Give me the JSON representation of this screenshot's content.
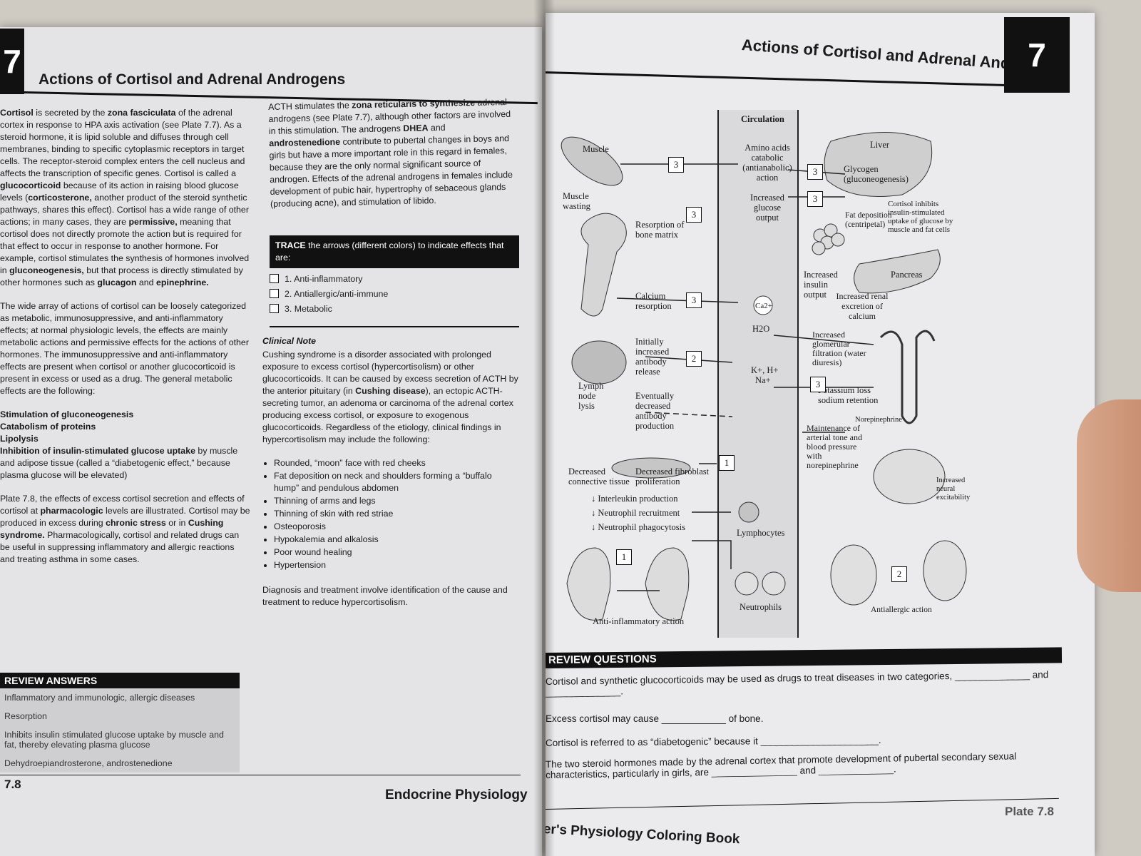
{
  "left": {
    "chapter": "7",
    "title": "Actions of Cortisol and Adrenal Androgens",
    "col1": {
      "p1_parts": [
        {
          "t": "Cortisol",
          "b": true
        },
        {
          "t": " is secreted by the "
        },
        {
          "t": "zona fasciculata",
          "b": true
        },
        {
          "t": " of the adrenal cortex in response to HPA axis activation (see Plate 7.7). As a steroid hormone, it is lipid soluble and diffuses through cell membranes, binding to specific cytoplasmic receptors in target cells. The receptor-steroid complex enters the cell nucleus and affects the transcription of specific genes. Cortisol is called a "
        },
        {
          "t": "glucocorticoid",
          "b": true
        },
        {
          "t": " because of its action in raising blood glucose levels ("
        },
        {
          "t": "corticosterone,",
          "b": true
        },
        {
          "t": " another product of the steroid synthetic pathways, shares this effect). Cortisol has a wide range of other actions; in many cases, they are "
        },
        {
          "t": "permissive,",
          "b": true
        },
        {
          "t": " meaning that cortisol does not directly promote the action but is required for that effect to occur in response to another hormone. For example, cortisol stimulates the synthesis of hormones involved in "
        },
        {
          "t": "gluconeogenesis,",
          "b": true
        },
        {
          "t": " but that process is directly stimulated by other hormones such as "
        },
        {
          "t": "glucagon",
          "b": true
        },
        {
          "t": " and "
        },
        {
          "t": "epinephrine.",
          "b": true
        }
      ],
      "p2": "The wide array of actions of cortisol can be loosely categorized as metabolic, immunosuppressive, and anti-inflammatory effects; at normal physiologic levels, the effects are mainly metabolic actions and permissive effects for the actions of other hormones. The immunosuppressive and anti-inflammatory effects are present when cortisol or another glucocorticoid is present in excess or used as a drug. The general metabolic effects are the following:",
      "list": [
        {
          "b": "Stimulation of gluconeogenesis",
          "t": ""
        },
        {
          "b": "Catabolism of proteins",
          "t": ""
        },
        {
          "b": "Lipolysis",
          "t": ""
        },
        {
          "b": "Inhibition of insulin-stimulated glucose uptake",
          "t": " by muscle and adipose tissue (called a “diabetogenic effect,” because plasma glucose will be elevated)"
        }
      ],
      "p3_parts": [
        {
          "t": "Plate 7.8, the effects of excess cortisol secretion and effects of cortisol at "
        },
        {
          "t": "pharmacologic",
          "b": true
        },
        {
          "t": " levels are illustrated. Cortisol may be produced in excess during "
        },
        {
          "t": "chronic stress",
          "b": true
        },
        {
          "t": " or in "
        },
        {
          "t": "Cushing syndrome.",
          "b": true
        },
        {
          "t": " Pharmacologically, cortisol and related drugs can be useful in suppressing inflammatory and allergic reactions and treating asthma in some cases."
        }
      ]
    },
    "col2": {
      "p1_parts": [
        {
          "t": "ACTH stimulates the "
        },
        {
          "t": "zona reticularis to synthesize",
          "b": true
        },
        {
          "t": " adrenal androgens (see Plate 7.7), although other factors are involved in this stimulation. The androgens "
        },
        {
          "t": "DHEA",
          "b": true
        },
        {
          "t": " and "
        },
        {
          "t": "androstenedione",
          "b": true
        },
        {
          "t": " contribute to pubertal changes in boys and girls but have a more important role in this regard in females, because they are the only normal significant source of androgen. Effects of the adrenal androgens in females include development of pubic hair, hypertrophy of sebaceous glands (producing acne), and stimulation of libido."
        }
      ],
      "trace_bold": "TRACE",
      "trace_text": " the arrows (different colors) to indicate effects that are:",
      "trace_items": [
        "1.  Anti-inflammatory",
        "2.  Antiallergic/anti-immune",
        "3.  Metabolic"
      ],
      "clinical_title": "Clinical Note",
      "clinical_parts": [
        {
          "t": "Cushing syndrome is a disorder associated with prolonged exposure to excess cortisol (hypercortisolism) or other glucocorticoids. It can be caused by excess secretion of ACTH by the anterior pituitary (in "
        },
        {
          "t": "Cushing disease",
          "b": true
        },
        {
          "t": "), an ectopic ACTH-secreting tumor, an adenoma or carcinoma of the adrenal cortex producing excess cortisol, or exposure to exogenous glucocorticoids. Regardless of the etiology, clinical findings in hypercortisolism may include the following:"
        }
      ],
      "findings": [
        "Rounded, “moon” face with red cheeks",
        "Fat deposition on neck and shoulders forming a “buffalo hump” and pendulous abdomen",
        "Thinning of arms and legs",
        "Thinning of skin with red striae",
        "Osteoporosis",
        "Hypokalemia and alkalosis",
        "Poor wound healing",
        "Hypertension"
      ],
      "closing": "Diagnosis and treatment involve identification of the cause and treatment to reduce hypercortisolism."
    },
    "answers": {
      "header": "REVIEW ANSWERS",
      "items": [
        "Inflammatory and immunologic, allergic diseases",
        "Resorption",
        "Inhibits insulin stimulated glucose uptake by muscle and fat, thereby elevating plasma glucose",
        "Dehydroepiandrosterone, androstenedione"
      ]
    },
    "footer_num": "7.8",
    "footer_section": "Endocrine Physiology"
  },
  "right": {
    "title": "Actions of Cortisol and Adrenal Androgens",
    "chapter": "7",
    "diagram": {
      "circulation": "Circulation",
      "muscle": "Muscle",
      "muscle_wasting": "Muscle wasting",
      "amino_acids": "Amino acids catabolic (antianabolic) action",
      "liver": "Liver",
      "glycogen": "Glycogen (gluconeogenesis)",
      "increased_glucose": "Increased glucose output",
      "cortisol_inhibits": "Cortisol inhibits insulin-stimulated uptake of glucose by muscle and fat cells",
      "fat_deposition": "Fat deposition (centripetal)",
      "resorption_bone": "Resorption of bone matrix",
      "pancreas": "Pancreas",
      "increased_insulin": "Increased insulin output",
      "increased_renal": "Increased renal excretion of calcium",
      "calcium_resorption": "Calcium resorption",
      "ca": "Ca2+",
      "h2o": "H2O",
      "increased_glomerular": "Increased glomerular filtration (water diuresis)",
      "initially": "Initially increased antibody release",
      "k_h": "K+, H+",
      "na": "Na+",
      "potassium_loss": "Potassium loss sodium retention",
      "lymph": "Lymph node lysis",
      "eventually": "Eventually decreased antibody production",
      "norepinephrine": "Norepinephrine",
      "maintenance": "Maintenance of arterial tone and blood pressure with norepinephrine",
      "increased_neural": "Increased neural excitability",
      "decreased_ct": "Decreased connective tissue",
      "decreased_fib": "Decreased fibroblast proliferation",
      "interleukin": "↓ Interleukin production",
      "neutrophil_rec": "↓ Neutrophil recruitment",
      "neutrophil_phag": "↓ Neutrophil phagocytosis",
      "lymphocytes": "Lymphocytes",
      "neutrophils": "Neutrophils",
      "anti_inflammatory": "Anti-inflammatory action",
      "antiallergic": "Antiallergic action",
      "n1": "1",
      "n2": "2",
      "n3": "3"
    },
    "review": {
      "header": "REVIEW QUESTIONS",
      "q1": "Cortisol and synthetic glucocorticoids may be used as drugs to treat diseases in two categories, ______________ and ______________.",
      "q2": "Excess cortisol may cause ____________ of bone.",
      "q3": "Cortisol is referred to as “diabetogenic” because it ______________________.",
      "q4": "The two steroid hormones made by the adrenal cortex that promote development of pubertal secondary sexual characteristics, particularly in girls, are ________________ and ______________."
    },
    "footer_book": "Netter's Physiology Coloring Book",
    "footer_plate": "Plate 7.8"
  }
}
